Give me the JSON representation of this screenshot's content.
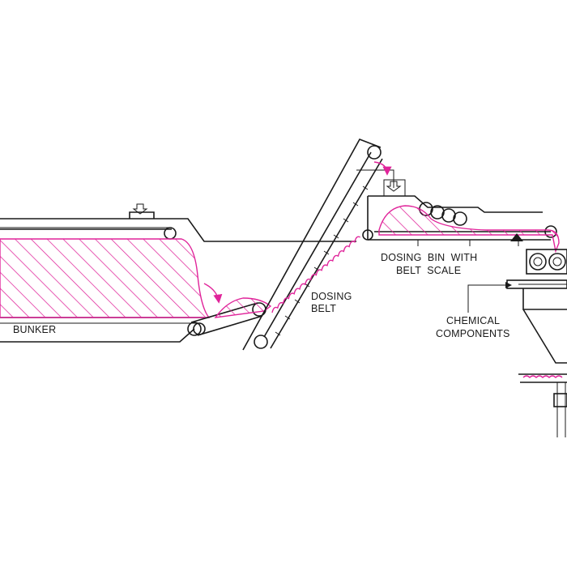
{
  "labels": {
    "bunker": "BUNKER",
    "dosing_belt_1": "DOSING",
    "dosing_belt_2": "BELT",
    "bin_1": "DOSING  BIN  WITH",
    "bin_2": "BELT  SCALE",
    "chem_1": "CHEMICAL",
    "chem_2": "COMPONENTS"
  },
  "colors": {
    "material": "#e0249a",
    "line": "#1a1a1a"
  },
  "icons": {
    "bunker_inlet": "down-arrow-icon",
    "bin_inlet": "down-arrow-icon",
    "scale_sensor": "triangle-icon"
  }
}
